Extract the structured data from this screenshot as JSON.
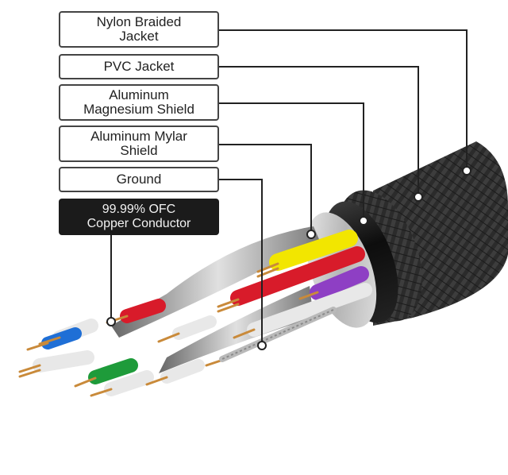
{
  "labels": [
    {
      "line1": "Nylon Braided",
      "line2": "Jacket"
    },
    {
      "line1": "PVC Jacket",
      "line2": ""
    },
    {
      "line1": "Aluminum",
      "line2": "Magnesium Shield"
    },
    {
      "line1": "Aluminum Mylar",
      "line2": "Shield"
    },
    {
      "line1": "Ground",
      "line2": ""
    },
    {
      "line1": "99.99% OFC",
      "line2": "Copper Conductor"
    }
  ],
  "colors": {
    "braid": "#2a2a2a",
    "pvc": "#111111",
    "shield": "#c9c9c9",
    "yellow": "#f2e600",
    "red": "#d81b2a",
    "purple": "#8e3fc4",
    "white": "#e8e8e8",
    "blue": "#1f6fd6",
    "green": "#1e9b3a",
    "copper": "#c98a3a",
    "leader": "#222222"
  }
}
